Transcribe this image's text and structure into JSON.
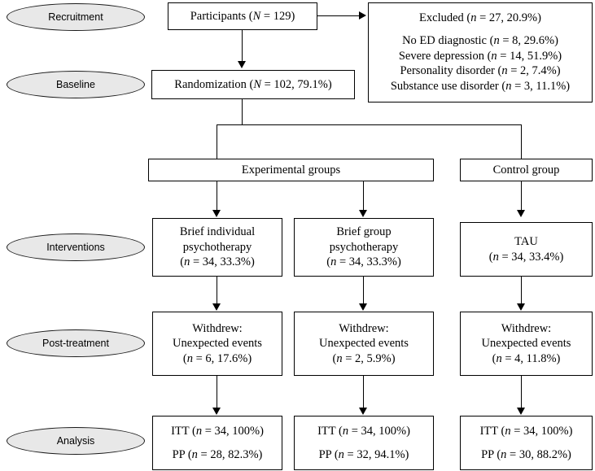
{
  "diagram": {
    "type": "consort-flow-diagram",
    "stages": [
      {
        "id": "recruitment",
        "label": "Recruitment"
      },
      {
        "id": "baseline",
        "label": "Baseline"
      },
      {
        "id": "interventions",
        "label": "Interventions"
      },
      {
        "id": "post_treatment",
        "label": "Post-treatment"
      },
      {
        "id": "analysis",
        "label": "Analysis"
      }
    ],
    "nodes": {
      "participants": {
        "lines": [
          "Participants (<i>N</i> = 129)"
        ]
      },
      "excluded": {
        "title": "Excluded (<i>n</i> = 27, 20.9%)",
        "reasons": [
          "No ED diagnostic (<i>n</i> = 8, 29.6%)",
          "Severe depression (<i>n</i> = 14, 51.9%)",
          "Personality disorder (<i>n</i> = 2, 7.4%)",
          "Substance use disorder (<i>n</i> = 3, 11.1%)"
        ]
      },
      "randomization": {
        "lines": [
          "Randomization (<i>N</i> = 102, 79.1%)"
        ]
      },
      "experimental_groups": {
        "lines": [
          "Experimental groups"
        ]
      },
      "control_group": {
        "lines": [
          "Control group"
        ]
      },
      "intervention_1": {
        "lines": [
          "Brief individual",
          "psychotherapy",
          "(<i>n</i> = 34, 33.3%)"
        ]
      },
      "intervention_2": {
        "lines": [
          "Brief group",
          "psychotherapy",
          "(<i>n</i> = 34, 33.3%)"
        ]
      },
      "intervention_3": {
        "lines": [
          "TAU",
          "(<i>n</i> = 34, 33.4%)"
        ]
      },
      "withdrew_1": {
        "lines": [
          "Withdrew:",
          "Unexpected events",
          "(<i>n</i> = 6, 17.6%)"
        ]
      },
      "withdrew_2": {
        "lines": [
          "Withdrew:",
          "Unexpected events",
          "(<i>n</i> = 2, 5.9%)"
        ]
      },
      "withdrew_3": {
        "lines": [
          "Withdrew:",
          "Unexpected events",
          "(<i>n</i> = 4, 11.8%)"
        ]
      },
      "analysis_1": {
        "lines": [
          "ITT (<i>n</i> = 34, 100%)",
          "PP (<i>n</i> = 28, 82.3%)"
        ]
      },
      "analysis_2": {
        "lines": [
          "ITT (<i>n</i> = 34, 100%)",
          "PP (<i>n</i> = 32, 94.1%)"
        ]
      },
      "analysis_3": {
        "lines": [
          "ITT (<i>n</i> = 34, 100%)",
          "PP (<i>n</i> = 30, 88.2%)"
        ]
      }
    },
    "colors": {
      "stage_fill": "#e8e8e8",
      "stage_stroke": "#1a1a1a",
      "box_fill": "#ffffff",
      "box_stroke": "#000000",
      "connector": "#000000",
      "background": "#ffffff"
    }
  }
}
